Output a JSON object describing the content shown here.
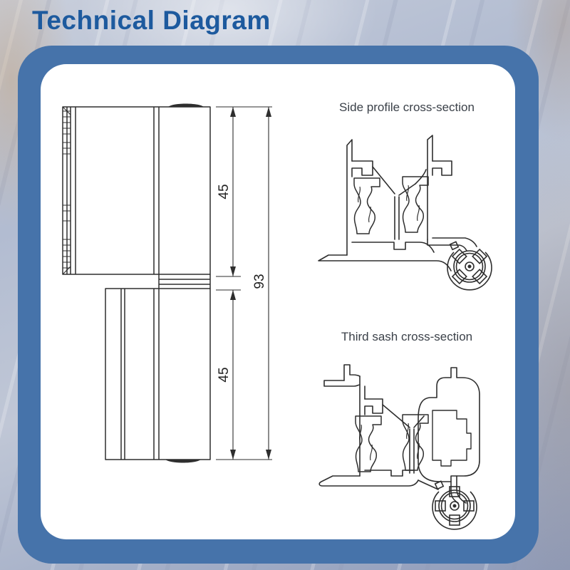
{
  "title": "Technical Diagram",
  "colors": {
    "title_text": "#1d5a9e",
    "frame": "#4673aa",
    "card": "#ffffff",
    "drawing_line": "#2e2e2e",
    "label_text": "#3b4149"
  },
  "elevation": {
    "name": "hinge elevation drawing",
    "dim_top": "45",
    "dim_bottom": "45",
    "dim_total": "93"
  },
  "sections": [
    {
      "label": "Side profile cross-section"
    },
    {
      "label": "Third sash cross-section"
    }
  ]
}
